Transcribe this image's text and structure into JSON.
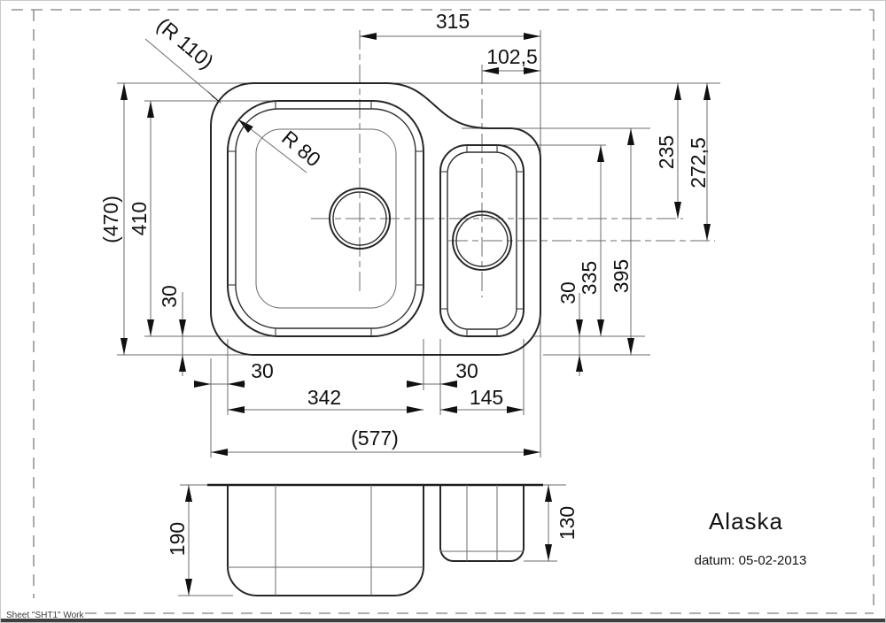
{
  "title_block": {
    "product_name": "Alaska",
    "datum": "datum: 05-02-2013"
  },
  "sheet_footer": "Sheet \"SHT1\" Work",
  "colors": {
    "ink": "#262626",
    "aux_line": "#6b6b6b",
    "background": "#ffffff"
  },
  "dims": {
    "drain_to_right_edge": "315",
    "small_drain_to_right_edge": "102,5",
    "outer_corner_radius": "(R 110)",
    "bowl_corner_radius": "R 80",
    "overall_depth": "(470)",
    "main_bowl_depth": "410",
    "bottom_margin_left": "30",
    "main_drain_from_top": "235",
    "small_drain_from_top": "272,5",
    "left_margin": "30",
    "main_bowl_width": "342",
    "bowl_gap": "30",
    "small_bowl_width": "145",
    "overall_width": "(577)",
    "small_bowl_depth": "335",
    "right_section_depth": "395",
    "bottom_margin_right": "30",
    "main_bowl_height": "190",
    "small_bowl_height": "130"
  }
}
